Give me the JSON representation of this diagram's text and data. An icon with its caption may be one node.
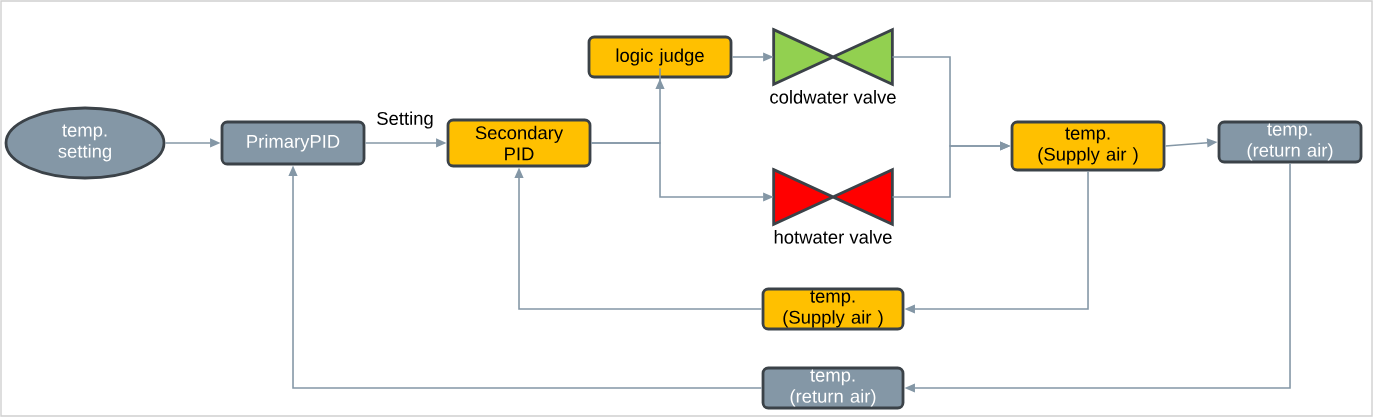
{
  "diagram": {
    "nodes": [
      {
        "text": [
          "temp. setting"
        ]
      },
      {
        "text": [
          "PrimaryPID"
        ]
      },
      {
        "text": [
          "Secondary PID"
        ]
      },
      {
        "text": [
          "logic judge"
        ]
      },
      {
        "text": [],
        "shape": "valve",
        "beside": [
          "coldwater valve"
        ]
      },
      {
        "text": [],
        "shape": "valve",
        "beside": [
          "hotwater valve"
        ]
      },
      {
        "text": [
          "temp. (Supply air )"
        ]
      },
      {
        "text": [
          "temp. (return air)"
        ]
      },
      {
        "text": [
          "temp. (Supply air )"
        ]
      },
      {
        "text": [
          "temp. (return air)"
        ]
      }
    ],
    "edges": [
      {
        "from": 0,
        "to": 1,
        "arrow": "to"
      },
      {
        "from": 1,
        "to": 2,
        "arrow": "to",
        "label": "Setting"
      },
      {
        "from": 2,
        "to": 3,
        "arrow": "to"
      },
      {
        "from": 2,
        "to": 5,
        "arrow": "to"
      },
      {
        "from": 3,
        "to": 4,
        "arrow": "to"
      },
      {
        "from": 4,
        "to": 6,
        "arrow": "to"
      },
      {
        "from": 5,
        "to": 6,
        "arrow": "to"
      },
      {
        "from": 6,
        "to": 7,
        "arrow": "to"
      },
      {
        "from": 6,
        "to": 8,
        "arrow": "to"
      },
      {
        "from": 7,
        "to": 9,
        "arrow": "to"
      },
      {
        "from": 8,
        "to": 2,
        "arrow": "to"
      },
      {
        "from": 9,
        "to": 1,
        "arrow": "to"
      }
    ]
  }
}
